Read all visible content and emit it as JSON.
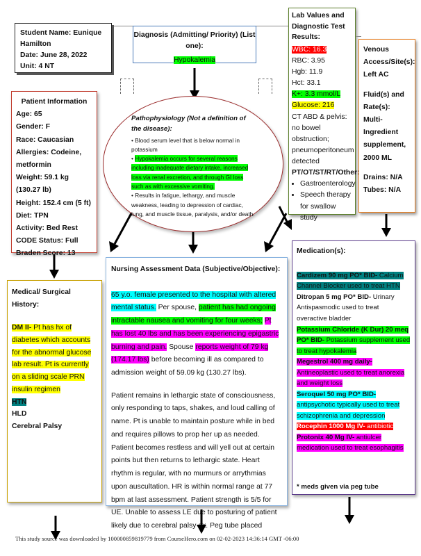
{
  "student": {
    "name_label": "Student Name: Eunique Hamilton",
    "date_label": "Date:  June 28, 2022",
    "unit_label": "Unit: 4 NT"
  },
  "diagnosis": {
    "title": "Diagnosis (Admitting/ Priority) (List one):",
    "value": "Hypokalemia"
  },
  "labs": {
    "title": "Lab Values and Diagnostic Test Results:",
    "wbc": "WBC: 16.3",
    "rbc": "RBC: 3.95",
    "hgb": "Hgb: 11.9",
    "hct": "Hct: 33.1",
    "k": "K+: 3.3 mmol/L",
    "glucose": "Glucose: 216",
    "ct": "CT ABD & pelvis: no bowel obstruction; pneumoperitoneum detected",
    "other_title": "PT/OT/ST/RT/Other:",
    "other_1": "Gastroenterology",
    "other_2": "Speech therapy for swallow study"
  },
  "venous": {
    "access_label": "Venous Access/Site(s):",
    "access_value": "Left AC",
    "fluids_label": "Fluid(s) and Rate(s):",
    "fluids_value": "Multi-Ingredient supplement, 2000 ML",
    "drains": "Drains: N/A",
    "tubes": "Tubes: N/A"
  },
  "patient": {
    "title": "Patient Information",
    "age": "Age: 65",
    "gender": "Gender: F",
    "race": "Race: Caucasian",
    "allergies": "Allergies: Codeine, metformin",
    "weight": "Weight:  59.1 kg (130.27 lb)",
    "height": "Height: 152.4 cm (5 ft)",
    "diet": "Diet: TPN",
    "activity": "Activity: Bed Rest",
    "code": "CODE Status: Full",
    "braden": "Braden Score:  13"
  },
  "patho": {
    "title": "Pathophysiology (Not a definition of the disease):",
    "bullet_1": "Blood serum level that is below normal in potassium",
    "bullet_2": "Hypokalemia occurs for several reasons including inadequate dietary intake, increased loss via renal excretion, and through GI loss such as with excessive vomiting.",
    "bullet_3": "Results in fatigue, lethargy, and muscle weakness, leading to depression of cardiac, lung, and muscle tissue, paralysis, and/or death."
  },
  "history": {
    "title": "Medical/ Surgical History:",
    "dm_label": "DM II-",
    "dm_text": " Pt has hx of diabetes which accounts for the abnormal glucose lab result.  Pt is currently on a sliding scale PRN insulin regimen",
    "htn": "HTN",
    "hld": "HLD",
    "cp": "Cerebral Palsy"
  },
  "nursing": {
    "title": "Nursing Assessment Data (Subjective/Objective):",
    "p1_a": "65 y.o. female presented to the hospital with altered mental status.",
    "p1_b": " Per spouse, ",
    "p1_c": "patient has had ongoing intractable nausea and vomiting for four weeks;",
    "p1_d": " ",
    "p1_e": "Pt has lost 40 lbs and has been experiencing epigastric burning and pain.",
    "p1_f": " Spouse ",
    "p1_g": "reports weight of 79 kg (174.17 lbs)",
    "p1_h": " before becoming ill as compared to admission weight of 59.09 kg (130.27 lbs).",
    "p2": "Patient remains in lethargic state of consciousness, only responding to taps, shakes, and loud calling of name.  Pt is unable to maintain posture while in bed and requires pillows to prop her up as needed. Patient becomes restless and will yell out at certain points but then returns to lethargic state. Heart rhythm is regular, with no murmurs or arrythmias upon auscultation. HR is within normal range at 77 bpm at last assessment.   Patient strength is 5/5 for UE.  Unable to assess LE due to posturing of patient likely due to cerebral palsy dx. Peg tube placed"
  },
  "meds": {
    "title": "Medication(s):",
    "m1_name": "Cardizem  90 mg PO* BID-",
    "m1_desc": " Calcium Channel Blocker used to treat HTN",
    "m2_name": "Ditropan 5 mg PO* BID-",
    "m2_desc": " Urinary Antispasmodic used to treat overactive bladder",
    "m3_name": "Potassium Chloride (K Dur)  20 meq PO* BID-",
    "m3_desc": " Potassium supplement used to treat hypokalemia",
    "m4_name": "Megestrol  400 mg daily-",
    "m4_desc": " Antineoplastic used to treat anorexia and weight loss",
    "m5_name": "Seroquel  50 mg PO* BID-",
    "m5_desc": " antipsychotic typically used to treat schizophrenia and depression",
    "m6_name": "Rocephin 1000 Mg IV-",
    "m6_desc": " antibiotic",
    "m7_name": "Protonix 40 Mg IV-",
    "m7_desc": " antiulcer medication used to treat esophagitis",
    "note": "* meds given via peg tube"
  },
  "footer": "This study source was downloaded by 100000859819779 from CourseHero.com on 02-02-2023 14:36:14 GMT -06:00",
  "colors": {
    "student_border": "#222222",
    "diag_border": "#4a7ab8",
    "patient_border": "#c0392b",
    "ellipse_border": "#9b2c2c",
    "lab_border": "#5b7f2a",
    "venous_border": "#e67e22",
    "history_border": "#c8a000",
    "nursing_border": "#8ab4e0",
    "meds_border": "#5b3b8a"
  }
}
